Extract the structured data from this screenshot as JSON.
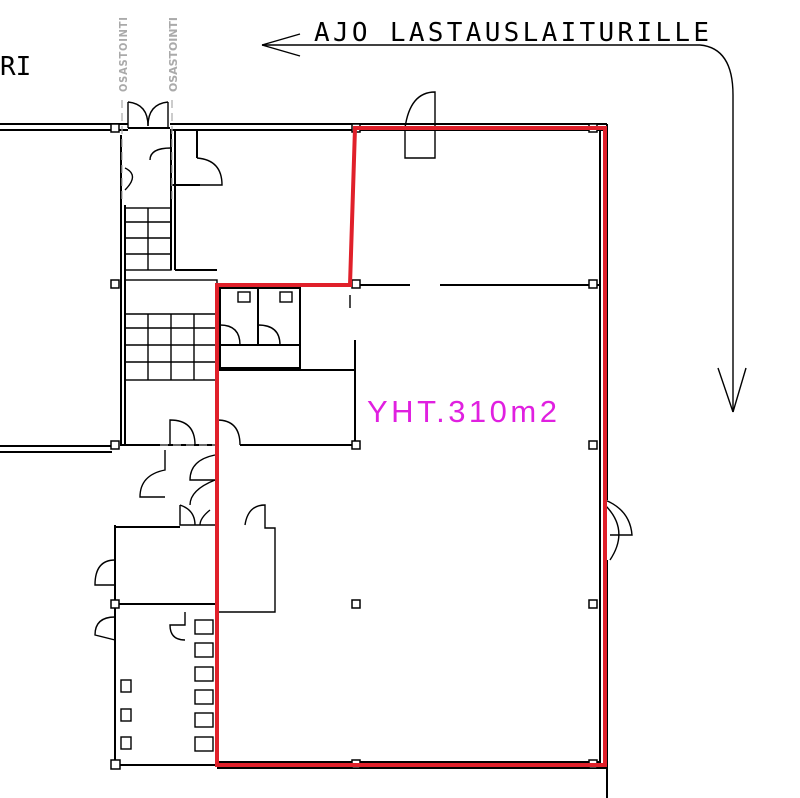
{
  "labels": {
    "left_edge_text": "RI",
    "section_label_1": "OSASTOINTI",
    "section_label_2": "OSASTOINTI",
    "direction_text": "AJO LASTAUSLAITURILLE",
    "area_text": "YHT.310m2"
  },
  "colors": {
    "highlight": "#e0202a",
    "area_text": "#e020e0",
    "section_label": "#aaaaaa",
    "walls": "#000000"
  }
}
